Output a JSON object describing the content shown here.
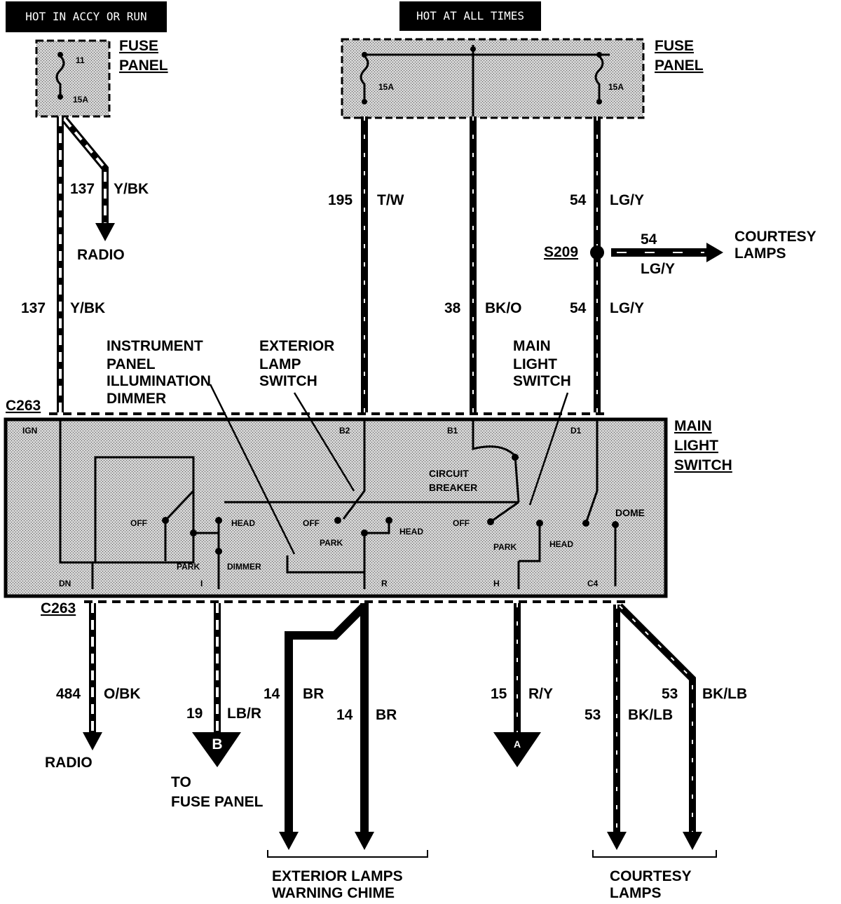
{
  "headers": {
    "hot_accy_run": "HOT IN ACCY OR RUN",
    "hot_all_times": "HOT AT ALL TIMES"
  },
  "fuse_panel_left": {
    "label_1": "FUSE",
    "label_2": "PANEL",
    "fuse_num": "11",
    "fuse_amp": "15A"
  },
  "fuse_panel_right": {
    "label_1": "FUSE",
    "label_2": "PANEL",
    "fuse_left_amp": "15A",
    "fuse_right_amp": "15A"
  },
  "wires": {
    "w137_top_num": "137",
    "w137_top_color": "Y/BK",
    "w137_left_num": "137",
    "w137_left_color": "Y/BK",
    "w195_num": "195",
    "w195_color": "T/W",
    "w38_num": "38",
    "w38_color": "BK/O",
    "w54_top_num": "54",
    "w54_top_color": "LG/Y",
    "w54_branch_num": "54",
    "w54_branch_color": "LG/Y",
    "w54_low_num": "54",
    "w54_low_color": "LG/Y",
    "w484_num": "484",
    "w484_color": "O/BK",
    "w19_num": "19",
    "w19_color": "LB/R",
    "w14a_num": "14",
    "w14a_color": "BR",
    "w14b_num": "14",
    "w14b_color": "BR",
    "w15_num": "15",
    "w15_color": "R/Y",
    "w53a_num": "53",
    "w53a_color": "BK/LB",
    "w53b_num": "53",
    "w53b_color": "BK/LB"
  },
  "destinations": {
    "radio_top": "RADIO",
    "courtesy_top_1": "COURTESY",
    "courtesy_top_2": "LAMPS",
    "radio_bottom": "RADIO",
    "to_fuse_1": "TO",
    "to_fuse_2": "FUSE PANEL",
    "ext_lamps_1": "EXTERIOR LAMPS",
    "ext_lamps_2": "WARNING CHIME",
    "courtesy_bottom_1": "COURTESY",
    "courtesy_bottom_2": "LAMPS"
  },
  "splice": "S209",
  "connectors": {
    "top": "C263",
    "bottom": "C263"
  },
  "callouts": {
    "ip_dimmer_1": "INSTRUMENT",
    "ip_dimmer_2": "PANEL",
    "ip_dimmer_3": "ILLUMINATION",
    "ip_dimmer_4": "DIMMER",
    "ext_switch_1": "EXTERIOR",
    "ext_switch_2": "LAMP",
    "ext_switch_3": "SWITCH",
    "main_switch_1": "MAIN",
    "main_switch_2": "LIGHT",
    "main_switch_3": "SWITCH"
  },
  "switch_box": {
    "title_1": "MAIN",
    "title_2": "LIGHT",
    "title_3": "SWITCH",
    "pin_ign": "IGN",
    "pin_b2": "B2",
    "pin_b1": "B1",
    "pin_d1": "D1",
    "pin_dn": "DN",
    "pin_i": "I",
    "pin_r": "R",
    "pin_h": "H",
    "pin_c4": "C4",
    "circuit_1": "CIRCUIT",
    "circuit_2": "BREAKER",
    "off_1": "OFF",
    "head_1": "HEAD",
    "park_1": "PARK",
    "dimmer": "DIMMER",
    "off_2": "OFF",
    "park_2": "PARK",
    "head_2": "HEAD",
    "off_3": "OFF",
    "park_3": "PARK",
    "head_3": "HEAD",
    "dome": "DOME"
  },
  "terminals": {
    "b": "B",
    "a": "A"
  },
  "colors": {
    "ink": "#000000",
    "shade": "#bdbdbd",
    "paper": "#ffffff"
  }
}
